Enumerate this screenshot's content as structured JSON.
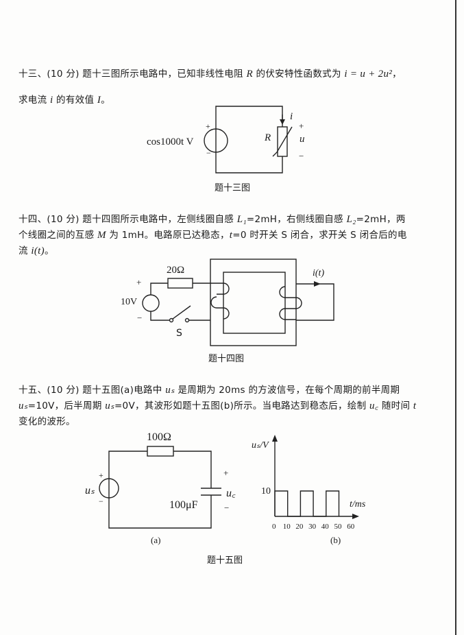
{
  "q13": {
    "line1": [
      "十三、(10 分) 题十三图所示电路中，已知非线性电阻 ",
      "R",
      " 的伏安特性函数式为 ",
      "i = u + 2u²",
      "，"
    ],
    "line2": [
      "求电流 ",
      "i",
      " 的有效值 ",
      "I",
      "。"
    ],
    "figure": {
      "source": "cos1000t V",
      "plus": "+",
      "minus": "−",
      "resistor": "R",
      "current": "i",
      "voltage": "u",
      "caption": "题十三图"
    }
  },
  "q14": {
    "line1": [
      "十四、(10 分) 题十四图所示电路中，左侧线圈自感 ",
      "L₁",
      "=2mH，右侧线圈自感 ",
      "L₂",
      "=2mH，两"
    ],
    "line2": [
      "个线圈之间的互感 ",
      "M",
      " 为 1mH。电路原已达稳态，",
      "t",
      "=0 时开关 S 闭合，求开关 S 闭合后的电"
    ],
    "line3": [
      "流 ",
      "i(t)",
      "。"
    ],
    "figure": {
      "resistor": "20Ω",
      "source": "10V",
      "plus": "+",
      "minus": "−",
      "switch": "S",
      "current": "i(t)",
      "caption": "题十四图"
    }
  },
  "q15": {
    "line1": [
      "十五、(10 分) 题十五图(a)电路中 ",
      "uₛ",
      " 是周期为 20ms 的方波信号，在每个周期的前半周期"
    ],
    "line2": [
      "uₛ",
      "=10V，后半周期 ",
      "uₛ",
      "=0V，其波形如题十五图(b)所示。当电路达到稳态后，绘制 ",
      "u꜀",
      " 随时间 ",
      "t"
    ],
    "line3": [
      "变化的波形。"
    ],
    "figure_a": {
      "resistor": "100Ω",
      "source": "uₛ",
      "capacitor": "100μF",
      "cap_voltage": "u꜀",
      "plus": "+",
      "minus": "−",
      "label": "(a)"
    },
    "figure_b": {
      "ylabel": "uₛ/V",
      "xlabel": "t/ms",
      "y_tick": "10",
      "x_ticks": [
        "0",
        "10",
        "20",
        "30",
        "40",
        "50",
        "60"
      ],
      "label": "(b)",
      "waveform": {
        "period_ms": 20,
        "high_V": 10,
        "low_V": 0,
        "duty": 0.5,
        "t_end_ms": 50
      }
    },
    "caption": "题十五图"
  }
}
